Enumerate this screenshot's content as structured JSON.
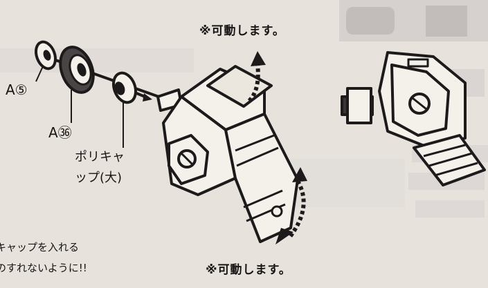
{
  "notes": {
    "movable_top": "※可動します。",
    "movable_bottom": "※可動します。"
  },
  "parts": {
    "a5": "A⑤",
    "a36": "A㊱",
    "polycap_line1": "ポリキャ",
    "polycap_line2": "ップ(大)"
  },
  "instructions": {
    "line1": "キャップを入れる",
    "line2": "のすれないように!!"
  },
  "colors": {
    "paper": "#e7e3dc",
    "ink": "#1c1a1a",
    "faded_print": "#d2c9cb"
  }
}
